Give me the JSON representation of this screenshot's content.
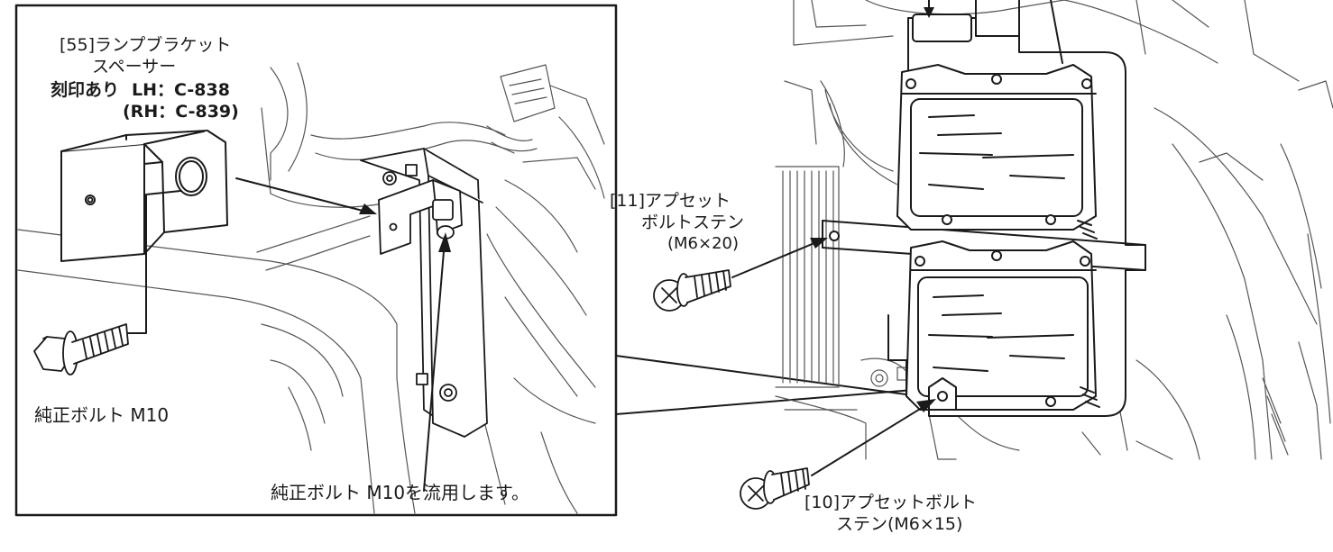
{
  "labels": {
    "spacer_title": "[55]ランプブラケット",
    "spacer_subtitle": "スペーサー",
    "stamp_prefix": "刻印あり",
    "stamp_lh": "LH：C-838",
    "stamp_rh": "(RH：C-839)",
    "bolt_left": "純正ボルト M10",
    "bolt_reuse": "純正ボルト M10を流用します。",
    "bolt11_line1": "[11]アプセット",
    "bolt11_line2": "ボルトステン",
    "bolt11_line3": "(M6×20)",
    "bolt10_line1": "[10]アプセットボルト",
    "bolt10_line2": "ステン(M6×15)"
  },
  "colors": {
    "stroke": "#1a1a1a",
    "light_stroke": "#555555",
    "background": "#ffffff"
  }
}
